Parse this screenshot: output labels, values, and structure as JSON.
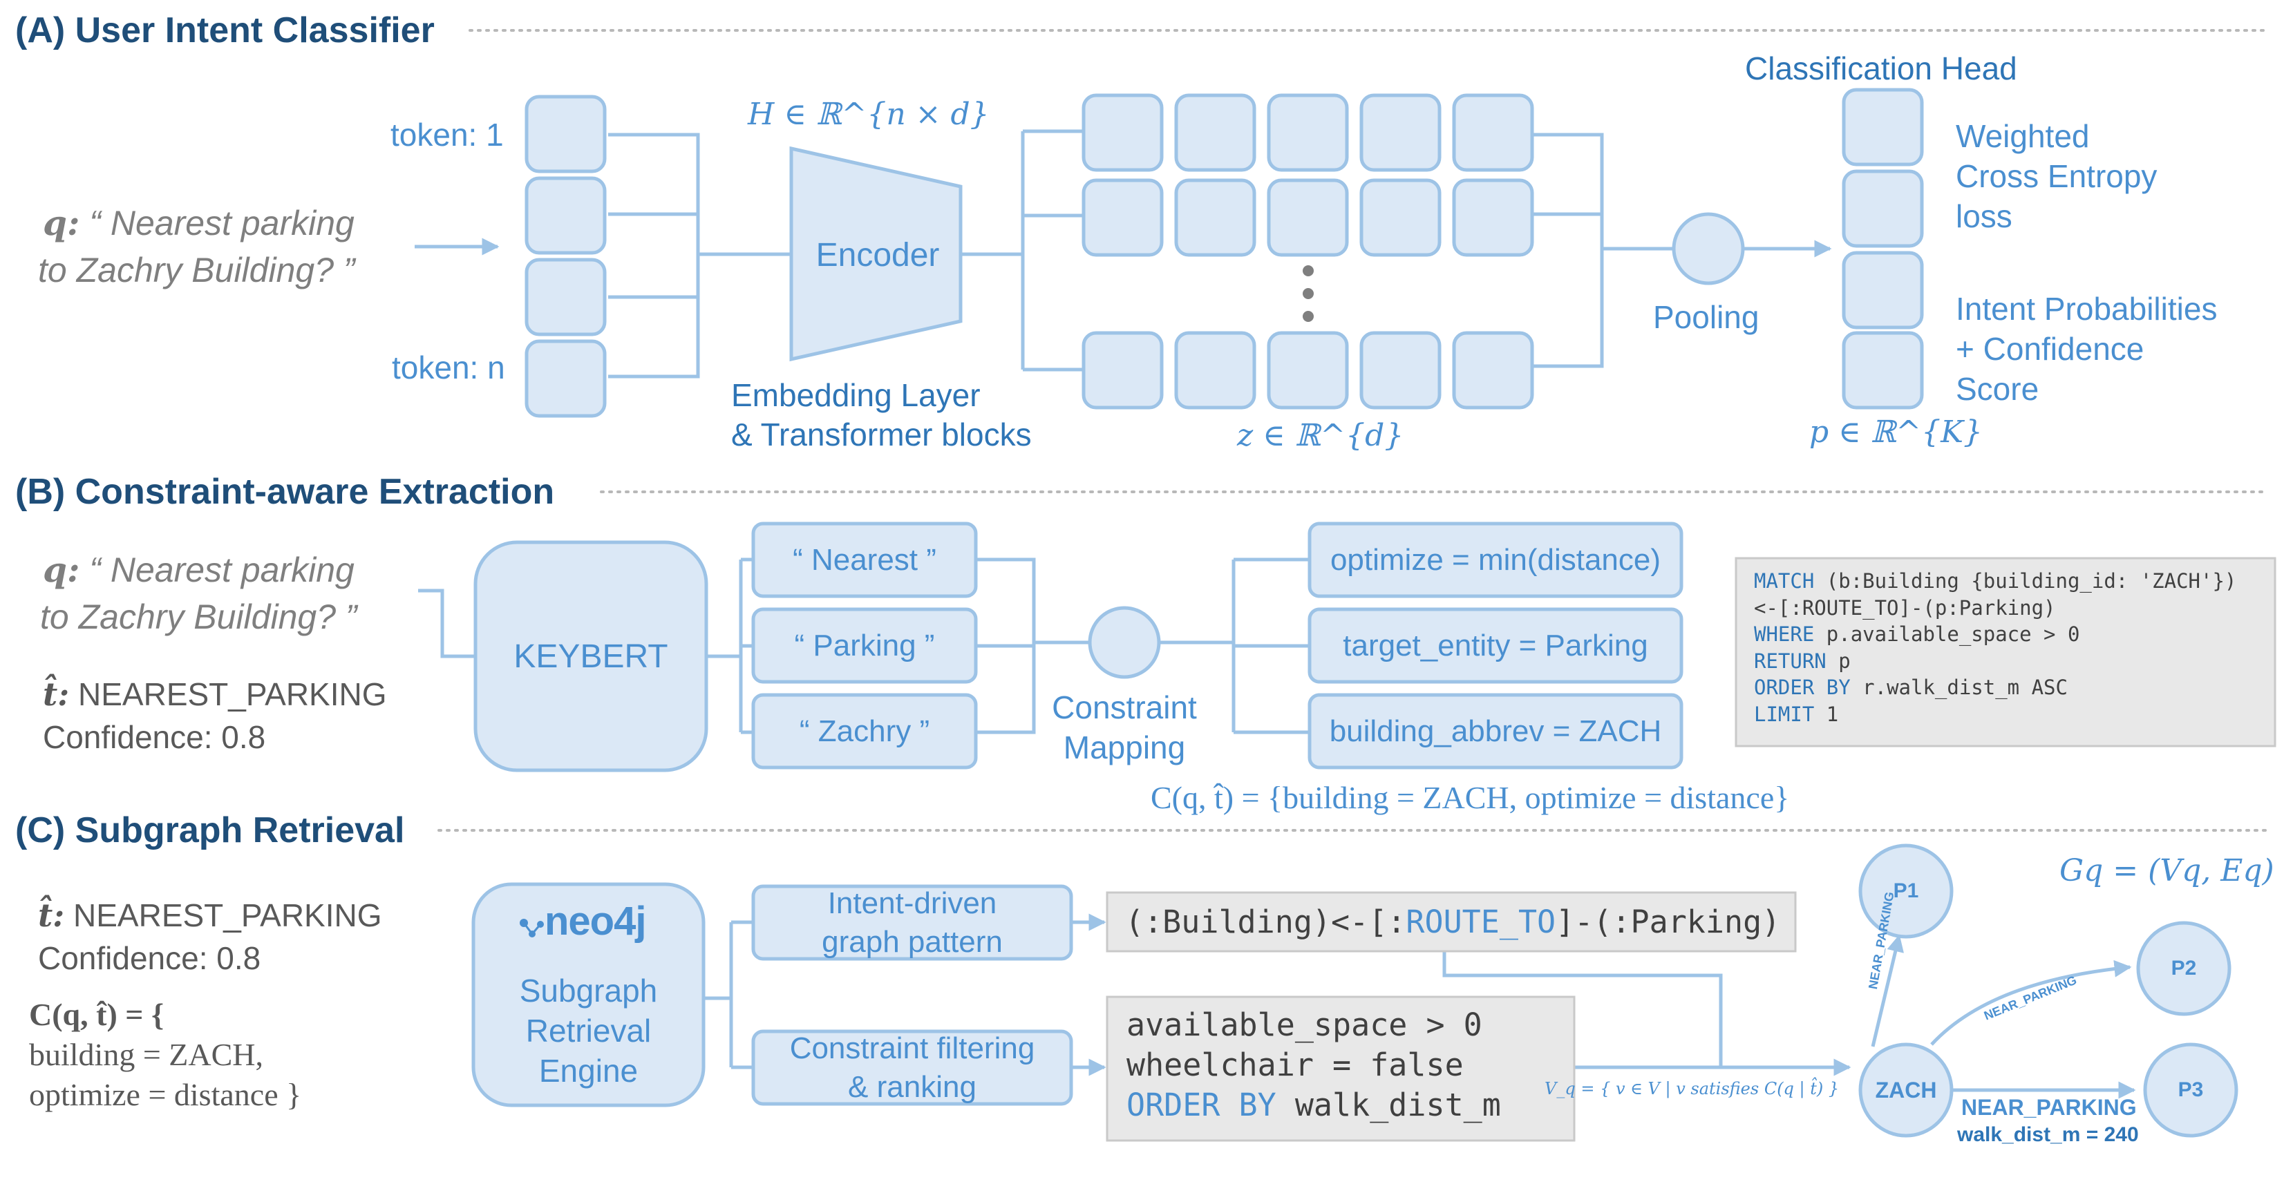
{
  "colors": {
    "accent": "#4a8fd0",
    "box_fill": "#dbe8f6",
    "box_stroke": "#9dc3e6",
    "header": "#1f4e79",
    "code_bg": "#e8e8e8"
  },
  "section_a": {
    "title": "(A) User Intent Classifier",
    "token_first": "token: 1",
    "token_last": "token: n",
    "query_label": "q:",
    "query_line1": "“ Nearest parking",
    "query_line2": "to Zachry Building? ”",
    "h_formula": "H ∈ ℝ^{n × d}",
    "encoder_label": "Encoder",
    "embedding_line1": "Embedding Layer",
    "embedding_line2": "& Transformer blocks",
    "z_formula": "z ∈ ℝ^{d}",
    "pooling_label": "Pooling",
    "head_title": "Classification Head",
    "loss_line1": "Weighted",
    "loss_line2": "Cross Entropy",
    "loss_line3": "loss",
    "prob_line1": "Intent Probabilities",
    "prob_line2": "+ Confidence",
    "prob_line3": "Score",
    "p_formula": "p ∈ ℝ^{K}"
  },
  "section_b": {
    "title": "(B) Constraint-aware Extraction",
    "query_label": "q:",
    "query_line1": "“ Nearest parking",
    "query_line2": "to Zachry Building? ”",
    "intent_symbol": "t̂:",
    "intent_value": "NEAREST_PARKING",
    "confidence": "Confidence: 0.8",
    "keybert_label": "KEYBERT",
    "keywords": [
      "“ Nearest ”",
      "“ Parking ”",
      "“ Zachry ”"
    ],
    "mapping_line1": "Constraint",
    "mapping_line2": "Mapping",
    "constraints": [
      "optimize = min(distance)",
      "target_entity = Parking",
      "building_abbrev = ZACH"
    ],
    "c_formula": "C(q, t̂) = {building = ZACH, optimize = distance}",
    "cypher": [
      {
        "kw": "MATCH",
        "rest": " (b:Building {building_id: 'ZACH'})"
      },
      {
        "kw": "",
        "rest": "<-[:ROUTE_TO]-(p:Parking)"
      },
      {
        "kw": "WHERE",
        "rest": " p.available_space > 0"
      },
      {
        "kw": "RETURN",
        "rest": " p"
      },
      {
        "kw": "ORDER BY",
        "rest": " r.walk_dist_m ASC"
      },
      {
        "kw": "LIMIT",
        "rest": " 1"
      }
    ]
  },
  "section_c": {
    "title": "(C) Subgraph Retrieval",
    "intent_symbol": "t̂:",
    "intent_value": "NEAREST_PARKING",
    "confidence": "Confidence: 0.8",
    "c_line1": "C(q, t̂) = {",
    "c_line2": "building = ZACH,",
    "c_line3": "optimize = distance }",
    "neo4j_logo": "neo4j",
    "engine_line1": "Subgraph",
    "engine_line2": "Retrieval",
    "engine_line3": "Engine",
    "pattern_line1": "Intent-driven",
    "pattern_line2": "graph pattern",
    "pattern_code_a": "(:Building)<-[:",
    "pattern_code_kw": "ROUTE_TO",
    "pattern_code_b": "]-(:Parking)",
    "filter_line1": "Constraint filtering",
    "filter_line2": "& ranking",
    "filter_code1": "available_space > 0",
    "filter_code2": "wheelchair = false",
    "filter_code3_kw": "ORDER BY",
    "filter_code3_rest": " walk_dist_m",
    "vq_formula": "V_q = { v ∈ V | v satisfies C(q | t̂) }",
    "gq_formula": "Gq = (Vq, Eq)",
    "nodes": [
      "P1",
      "P2",
      "P3",
      "ZACH"
    ],
    "edge_label": "NEAR_PARKING",
    "edge_label_bold": "NEAR_PARKING",
    "edge_weight": "walk_dist_m = 240"
  }
}
